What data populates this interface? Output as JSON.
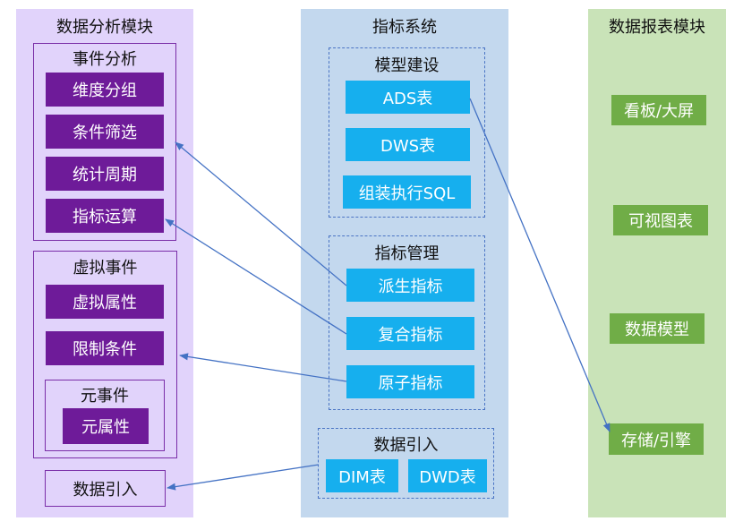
{
  "colors": {
    "left_bg": "#e1d3fb",
    "purple_box": "#6e1b99",
    "purple_frame": "#7a2ea8",
    "mid_bg": "#c3d8ee",
    "blue_box": "#16afee",
    "dash_frame": "#4a74c4",
    "right_bg": "#c9e3b8",
    "green_box": "#70ad47",
    "arrow": "#4472c4"
  },
  "left": {
    "title": "数据分析模块",
    "event_analysis": {
      "title": "事件分析",
      "items": [
        "维度分组",
        "条件筛选",
        "统计周期",
        "指标运算"
      ]
    },
    "virtual_event": {
      "title": "虚拟事件",
      "items": [
        "虚拟属性",
        "限制条件"
      ],
      "meta_event": {
        "title": "元事件",
        "item": "元属性"
      }
    },
    "data_import": "数据引入"
  },
  "middle": {
    "title": "指标系统",
    "model_build": {
      "title": "模型建设",
      "items": [
        "ADS表",
        "DWS表",
        "组装执行SQL"
      ]
    },
    "metric_mgmt": {
      "title": "指标管理",
      "items": [
        "派生指标",
        "复合指标",
        "原子指标"
      ]
    },
    "data_import": {
      "title": "数据引入",
      "items": [
        "DIM表",
        "DWD表"
      ]
    }
  },
  "right": {
    "title": "数据报表模块",
    "items": [
      "看板/大屏",
      "可视图表",
      "数据模型",
      "存储/引擎"
    ]
  },
  "connections": [
    {
      "from": "派生指标",
      "to": "条件筛选"
    },
    {
      "from": "复合指标",
      "to": "指标运算"
    },
    {
      "from": "原子指标",
      "to": "限制条件"
    },
    {
      "from": "数据引入 (DIM表/DWD表)",
      "to": "数据引入"
    },
    {
      "from": "ADS表",
      "to": "存储/引擎"
    }
  ]
}
